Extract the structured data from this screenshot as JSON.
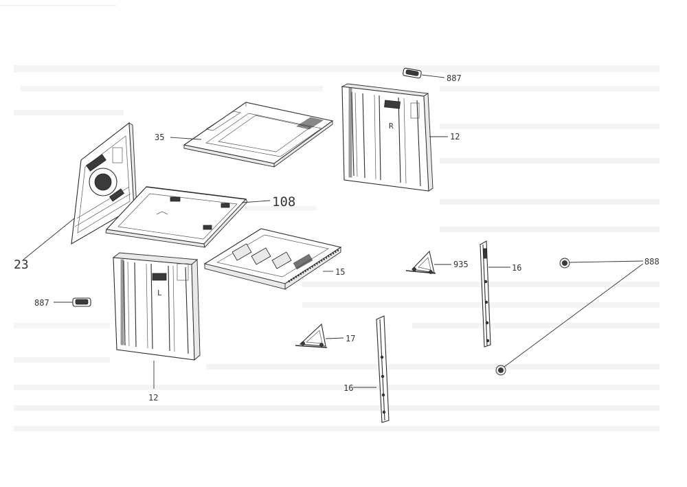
{
  "labels": {
    "p887_top": "887",
    "p35": "35",
    "p12_top": "12",
    "p23": "23",
    "p108": "108",
    "p15": "15",
    "p935": "935",
    "p16_right": "16",
    "p888": "888",
    "p887_left": "887",
    "p17": "17",
    "p12_bottom": "12",
    "p16_bottom": "16",
    "side_r": "R",
    "side_l": "L"
  }
}
